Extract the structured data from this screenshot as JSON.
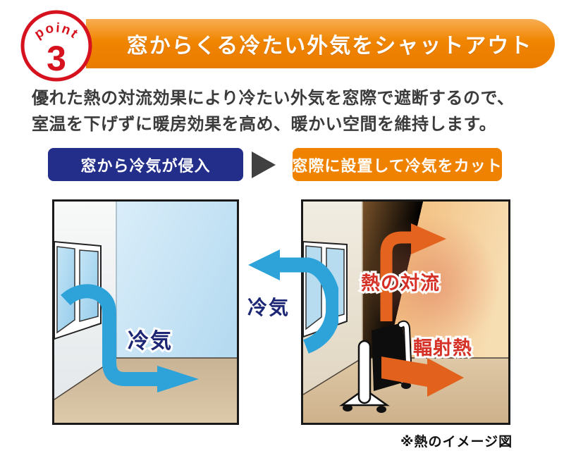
{
  "badge": {
    "point_label": "point",
    "number": "3"
  },
  "header": {
    "title": "窓からくる冷たい外気をシャットアウト"
  },
  "description": {
    "line1": "優れた熱の対流効果により冷たい外気を窓際で遮断するので、",
    "line2": "室温を下げずに暖房効果を高め、暖かい空間を維持します。"
  },
  "comparison": {
    "before_label": "窓から冷気が侵入",
    "after_label": "窓際に設置して冷気をカット"
  },
  "panels": {
    "before": {
      "cold_air_label": "冷気"
    },
    "between": {
      "cold_air_label": "冷気"
    },
    "after": {
      "convection_label": "熱の対流",
      "radiant_label": "輻射熱"
    }
  },
  "footnote": {
    "text": "※熱のイメージ図"
  },
  "colors": {
    "banner_orange": "#ef8200",
    "badge_red": "#d5121e",
    "before_navy": "#232d8a",
    "cold_arrow_blue": "#2ea3d9",
    "heat_arrow_orange": "#e4641f",
    "heat_text_red": "#d63126",
    "cold_text_navy": "#1c2674"
  }
}
